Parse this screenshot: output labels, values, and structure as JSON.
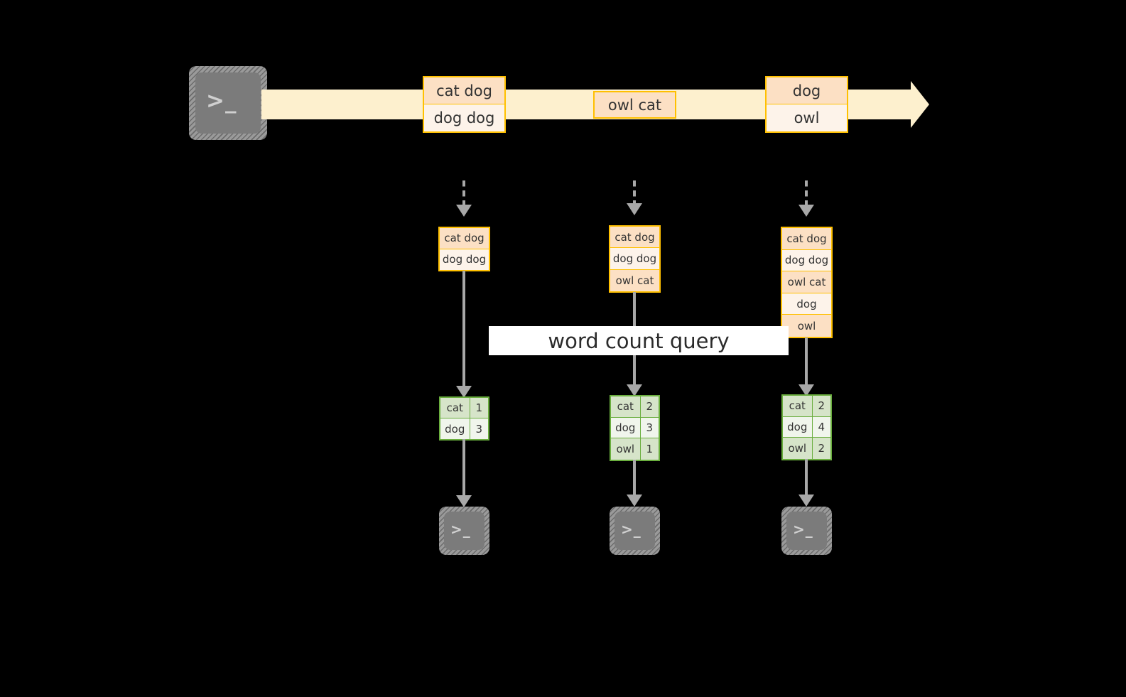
{
  "diagram": {
    "title_label": "word count query",
    "colors": {
      "stream_band": "#fdf0ce",
      "message_border": "#ffc000",
      "message_fill_dark": "#fce0c4",
      "message_fill_light": "#fdf3ea",
      "result_border": "#6aae3e",
      "result_fill_dark": "#d6e4c9",
      "result_fill_light": "#f0f5ec",
      "connector": "#a8a8a8",
      "terminal": "#7b7b7b",
      "background": "#000000",
      "label_band": "#ffffff"
    },
    "terminal_glyph": ">_",
    "source": {
      "icon": "terminal-icon",
      "glyph": ">_"
    },
    "stream": {
      "messages": [
        {
          "id": "msg-group-1",
          "lines": [
            "cat dog",
            "dog dog"
          ]
        },
        {
          "id": "msg-group-2",
          "lines": [
            "owl cat"
          ]
        },
        {
          "id": "msg-group-3",
          "lines": [
            "dog",
            "owl"
          ]
        }
      ]
    },
    "columns": [
      {
        "id": "column-1",
        "state_lines": [
          "cat dog",
          "dog dog"
        ],
        "result_header": null,
        "result_rows": [
          {
            "word": "cat",
            "count": "1"
          },
          {
            "word": "dog",
            "count": "3"
          }
        ],
        "sink": {
          "icon": "terminal-icon",
          "glyph": ">_"
        }
      },
      {
        "id": "column-2",
        "state_lines": [
          "cat dog",
          "dog dog",
          "owl cat"
        ],
        "result_header": null,
        "result_rows": [
          {
            "word": "cat",
            "count": "2"
          },
          {
            "word": "dog",
            "count": "3"
          },
          {
            "word": "owl",
            "count": "1"
          }
        ],
        "sink": {
          "icon": "terminal-icon",
          "glyph": ">_"
        }
      },
      {
        "id": "column-3",
        "state_lines": [
          "cat dog",
          "dog dog",
          "owl cat",
          "dog",
          "owl"
        ],
        "result_header": null,
        "result_rows": [
          {
            "word": "cat",
            "count": "2"
          },
          {
            "word": "dog",
            "count": "4"
          },
          {
            "word": "owl",
            "count": "2"
          }
        ],
        "sink": {
          "icon": "terminal-icon",
          "glyph": ">_"
        }
      }
    ]
  }
}
